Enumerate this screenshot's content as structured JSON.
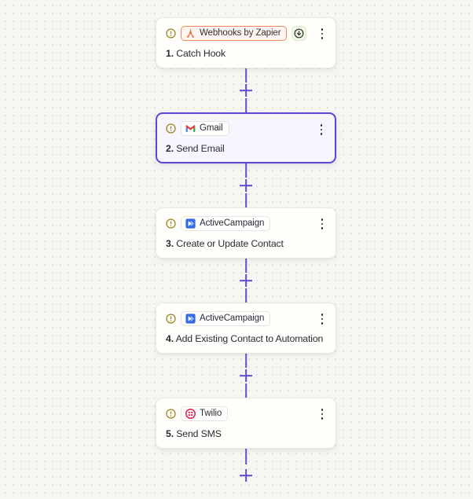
{
  "canvas": {
    "background_color": "#f7f6f2",
    "dot_color": "#e2e0da",
    "connector_color": "#5b4fd0"
  },
  "flow": {
    "nodes": [
      {
        "app_label": "Webhooks by Zapier",
        "app_icon": "webhooks-by-zapier-icon",
        "badge_style": "webhooks",
        "step_number": "1.",
        "step_title": "Catch Hook",
        "warning_icon": "circle-exclamation-icon",
        "menu_icon": "kebab-menu-icon",
        "has_green_chip": true,
        "green_chip_icon": "arrow-down-circle-icon",
        "selected": false
      },
      {
        "app_label": "Gmail",
        "app_icon": "gmail-icon",
        "badge_style": "plain",
        "step_number": "2.",
        "step_title": "Send Email",
        "warning_icon": "circle-exclamation-icon",
        "menu_icon": "kebab-menu-icon",
        "has_green_chip": false,
        "selected": true
      },
      {
        "app_label": "ActiveCampaign",
        "app_icon": "activecampaign-icon",
        "badge_style": "plain",
        "step_number": "3.",
        "step_title": "Create or Update Contact",
        "warning_icon": "circle-exclamation-icon",
        "menu_icon": "kebab-menu-icon",
        "has_green_chip": false,
        "selected": false
      },
      {
        "app_label": "ActiveCampaign",
        "app_icon": "activecampaign-icon",
        "badge_style": "plain",
        "step_number": "4.",
        "step_title": "Add Existing Contact to Automation",
        "warning_icon": "circle-exclamation-icon",
        "menu_icon": "kebab-menu-icon",
        "has_green_chip": false,
        "selected": false
      },
      {
        "app_label": "Twilio",
        "app_icon": "twilio-icon",
        "badge_style": "plain",
        "step_number": "5.",
        "step_title": "Send SMS",
        "warning_icon": "circle-exclamation-icon",
        "menu_icon": "kebab-menu-icon",
        "has_green_chip": false,
        "selected": false
      }
    ],
    "add_step_label": "+"
  }
}
